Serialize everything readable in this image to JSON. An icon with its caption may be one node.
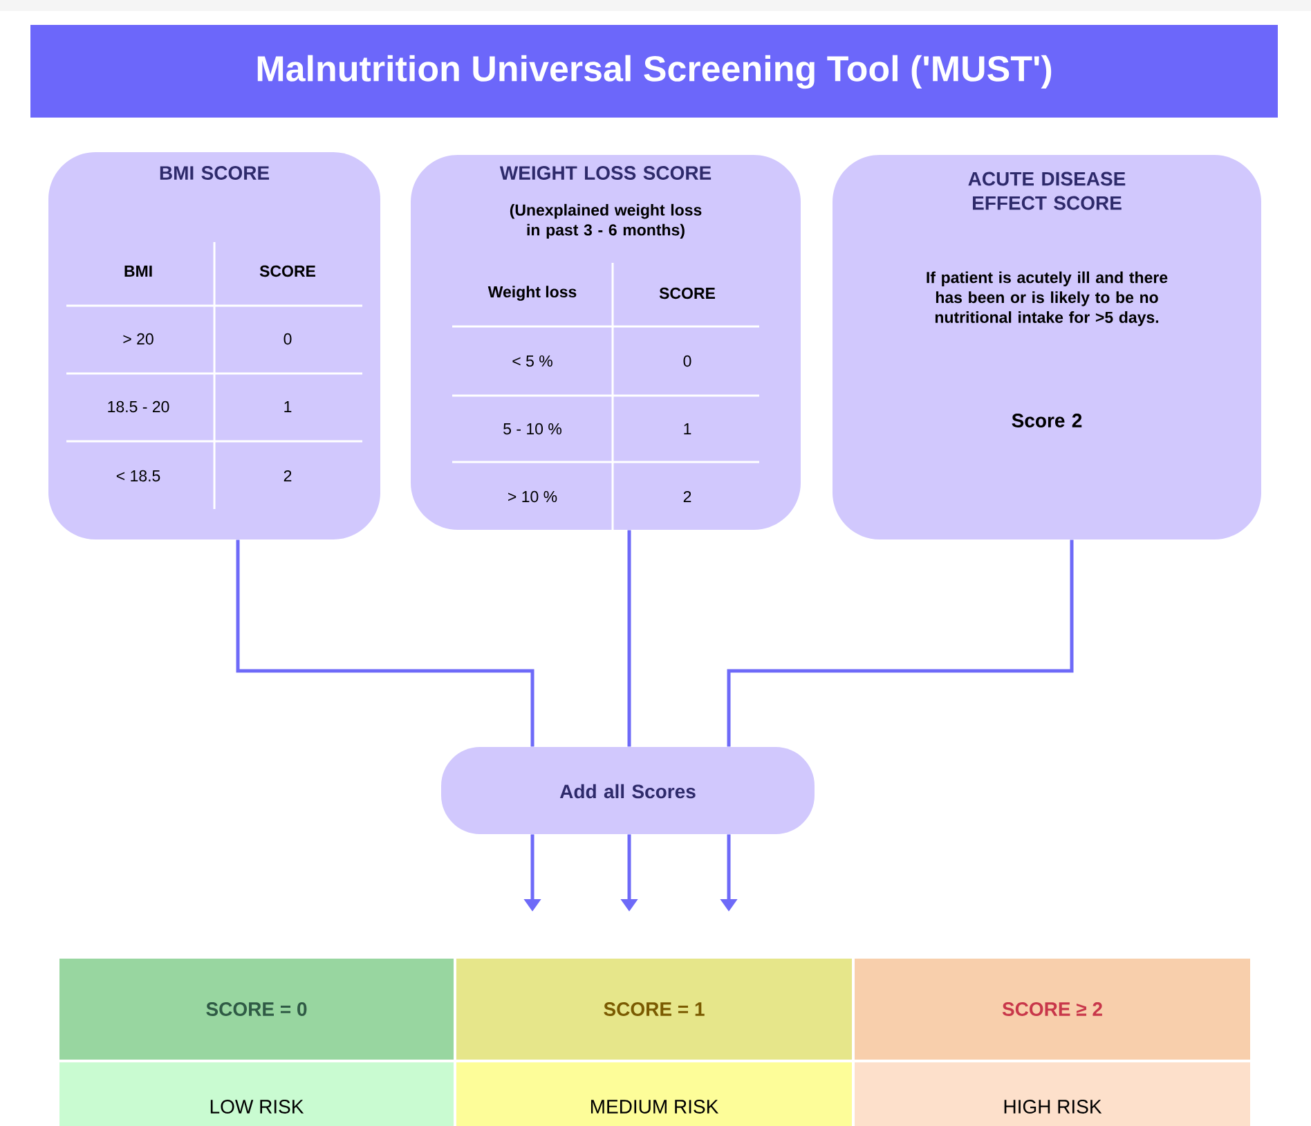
{
  "diagram": {
    "title": "Malnutrition Universal Screening Tool ('MUST')",
    "nodes": [
      {
        "text": [
          "BMI SCORE"
        ]
      },
      {
        "text": [
          "WEIGHT LOSS SCORE",
          "(Unexplained weight loss in past 3 - 6 months)"
        ]
      },
      {
        "text": [
          "ACUTE DISEASE EFFECT SCORE",
          "If patient is acutely ill and there has been or is likely to be no nutritional intake for >5 days.",
          "Score 2"
        ]
      },
      {
        "text": [
          "Add all Scores"
        ]
      },
      {
        "text": [
          "SCORE = 0"
        ]
      },
      {
        "text": [
          "SCORE = 1"
        ]
      },
      {
        "text": [
          "SCORE ≥ 2"
        ]
      },
      {
        "text": [
          "LOW RISK"
        ]
      },
      {
        "text": [
          "MEDIUM RISK"
        ]
      },
      {
        "text": [
          "HIGH RISK"
        ]
      }
    ],
    "edges": [
      {
        "from": 0,
        "to": 3,
        "arrow": "none"
      },
      {
        "from": 1,
        "to": 3,
        "arrow": "none"
      },
      {
        "from": 2,
        "to": 3,
        "arrow": "none"
      },
      {
        "from": 3,
        "to": null,
        "arrow": "to"
      },
      {
        "from": 3,
        "to": null,
        "arrow": "to"
      },
      {
        "from": 3,
        "to": null,
        "arrow": "to"
      }
    ],
    "labels": [
      "BMI",
      "SCORE",
      "> 20",
      "0",
      "18.5 - 20",
      "1",
      "< 18.5",
      "2",
      "Weight loss",
      "SCORE",
      "< 5 %",
      "0",
      "5 - 10 %",
      "1",
      "> 10 %",
      "2"
    ]
  }
}
